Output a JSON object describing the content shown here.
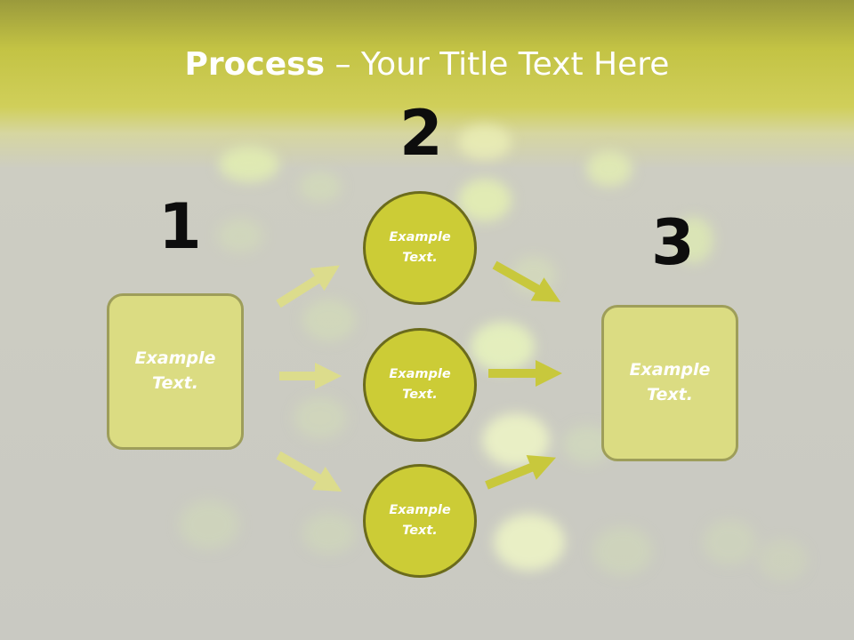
{
  "slide": {
    "title_bold": "Process",
    "title_rest": " – Your Title Text Here",
    "colors": {
      "accent": "#cccc36",
      "box_fill": "#dbdc82",
      "arrow_left": "#dcdc8c",
      "arrow_right": "#c8c83c"
    }
  },
  "steps": [
    {
      "number": "1",
      "label": "Example Text."
    },
    {
      "number": "2",
      "circles": [
        {
          "label": "Example Text."
        },
        {
          "label": "Example Text."
        },
        {
          "label": "Example Text."
        }
      ]
    },
    {
      "number": "3",
      "label": "Example Text."
    }
  ]
}
